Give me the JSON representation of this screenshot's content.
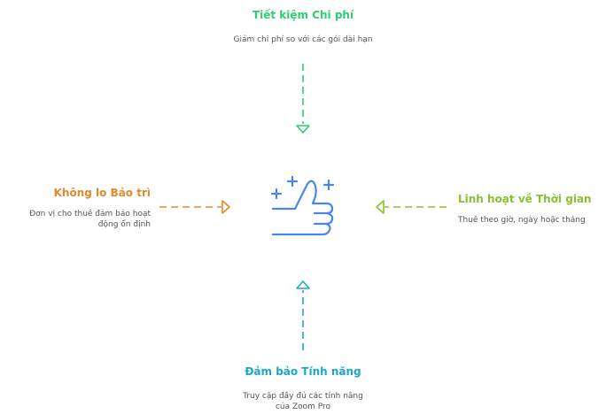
{
  "nodes": {
    "top": {
      "title": "Tiết kiệm Chi phí",
      "description": "Giảm chi phí so với các gói dài hạn",
      "color": "#2ecc71"
    },
    "left": {
      "title": "Không lo Bảo trì",
      "description": "Đơn vị cho thuê đảm bảo hoạt động ổn định",
      "color": "#e08a2e"
    },
    "right": {
      "title": "Linh hoạt về Thời gian",
      "description": "Thuê theo giờ, ngày hoặc tháng",
      "color": "#8cbf2e"
    },
    "bottom": {
      "title": "Đảm bảo Tính năng",
      "description": "Truy cập đầy đủ các tính năng của Zoom Pro",
      "color": "#1ea6c9"
    }
  },
  "center_icon": {
    "name": "thumbs-up-icon",
    "color": "#4a86e8"
  }
}
